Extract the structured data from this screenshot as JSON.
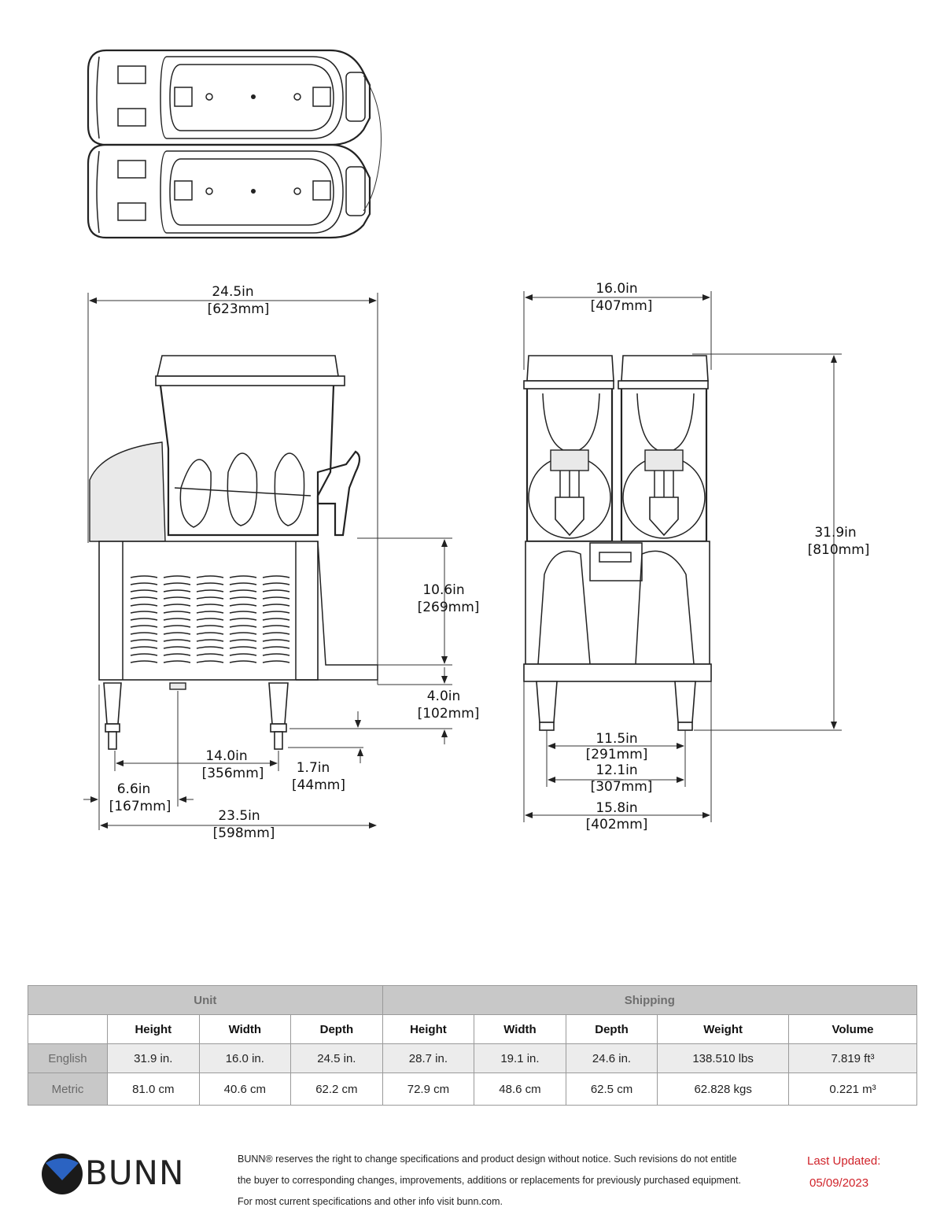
{
  "dimensions": {
    "overall_depth_in": "24.5in",
    "overall_depth_mm": "[623mm]",
    "overall_width_in": "16.0in",
    "overall_width_mm": "[407mm]",
    "overall_height_in": "31.9in",
    "overall_height_mm": "[810mm]",
    "dispense_height_in": "10.6in",
    "dispense_height_mm": "[269mm]",
    "leg_height_in": "4.0in",
    "leg_height_mm": "[102mm]",
    "leg_span_side_in": "14.0in",
    "leg_span_side_mm": "[356mm]",
    "leg_adjust_in": "1.7in",
    "leg_adjust_mm": "[44mm]",
    "front_to_leg_in": "6.6in",
    "front_to_leg_mm": "[167mm]",
    "base_depth_in": "23.5in",
    "base_depth_mm": "[598mm]",
    "leg_span_front_in": "11.5in",
    "leg_span_front_mm": "[291mm]",
    "leg_outer_front_in": "12.1in",
    "leg_outer_front_mm": "[307mm]",
    "base_width_in": "15.8in",
    "base_width_mm": "[402mm]"
  },
  "spec_table": {
    "group_unit": "Unit",
    "group_shipping": "Shipping",
    "columns": [
      "Height",
      "Width",
      "Depth",
      "Height",
      "Width",
      "Depth",
      "Weight",
      "Volume"
    ],
    "rows": [
      {
        "label": "English",
        "values": [
          "31.9 in.",
          "16.0 in.",
          "24.5 in.",
          "28.7 in.",
          "19.1 in.",
          "24.6 in.",
          "138.510 lbs",
          "7.819 ft³"
        ]
      },
      {
        "label": "Metric",
        "values": [
          "81.0 cm",
          "40.6 cm",
          "62.2 cm",
          "72.9 cm",
          "48.6 cm",
          "62.5 cm",
          "62.828 kgs",
          "0.221 m³"
        ]
      }
    ]
  },
  "footer": {
    "brand": "BUNN",
    "disclaimer_line1": "BUNN® reserves the right to change specifications and product design without notice. Such revisions do not entitle",
    "disclaimer_line2": "the buyer to corresponding changes, improvements, additions or replacements for previously purchased equipment.",
    "disclaimer_line3": "For most current specifications and other info visit bunn.com.",
    "last_updated_label": "Last Updated:",
    "last_updated_date": "05/09/2023"
  }
}
